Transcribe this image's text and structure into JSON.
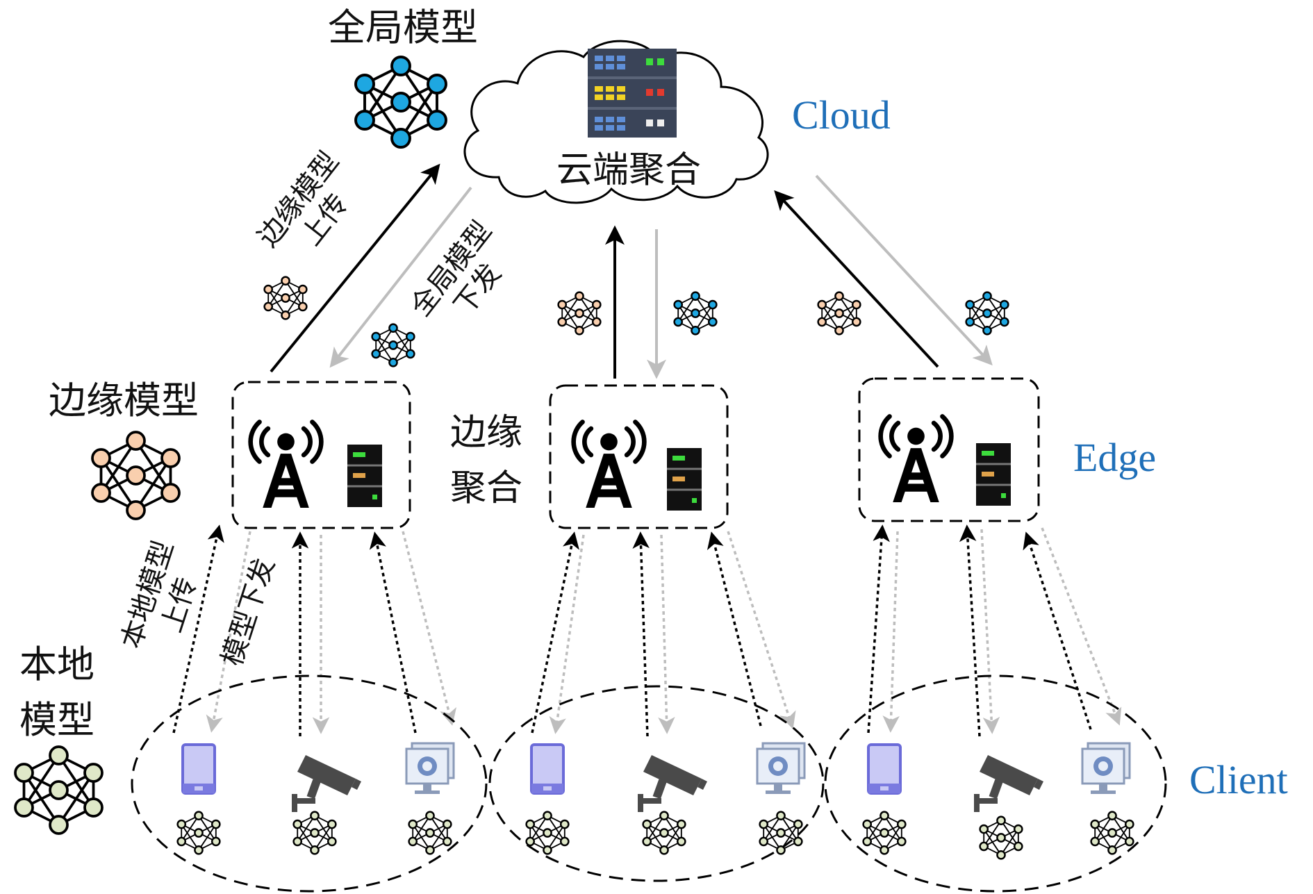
{
  "labels": {
    "global_model": "全局模型",
    "cloud_aggregation": "云端聚合",
    "cloud": "Cloud",
    "edge_model_upload_line1": "边缘模型",
    "edge_model_upload_line2": "上传",
    "global_model_download_line1": "全局模型",
    "global_model_download_line2": "下发",
    "edge_model": "边缘模型",
    "edge_aggregation_line1": "边缘",
    "edge_aggregation_line2": "聚合",
    "edge": "Edge",
    "local_model_upload_line1": "本地模型",
    "local_model_upload_line2": "上传",
    "model_download": "模型下发",
    "local_model_line1": "本地",
    "local_model_line2": "模型",
    "client": "Client"
  },
  "colors": {
    "global_node": "#1ea7e1",
    "edge_node": "#f9cfae",
    "local_node": "#dfe8c8",
    "upload_arrow": "#000000",
    "download_arrow": "#bdbdbd",
    "label_blue": "#1f6fb8"
  },
  "edge_groups": [
    {
      "clients": [
        "phone-icon",
        "cctv-camera-icon",
        "monitor-icon"
      ]
    },
    {
      "clients": [
        "phone-icon",
        "cctv-camera-icon",
        "monitor-icon"
      ]
    },
    {
      "clients": [
        "phone-icon",
        "cctv-camera-icon",
        "monitor-icon"
      ]
    }
  ]
}
